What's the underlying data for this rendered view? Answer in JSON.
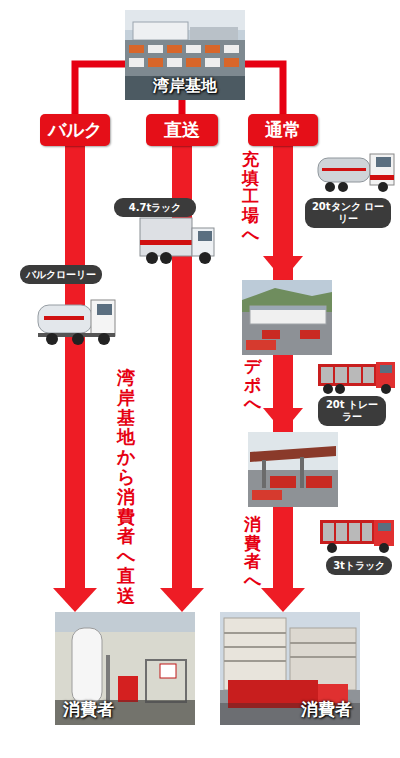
{
  "diagram": {
    "nodes": [
      {
        "text": [
          "湾岸基地"
        ]
      },
      {
        "text": [
          "バルク"
        ]
      },
      {
        "text": [
          "直送"
        ]
      },
      {
        "text": [
          "通常"
        ]
      },
      {
        "text": [
          "4.7tラック"
        ]
      },
      {
        "text": [
          "20tタンク ローリー"
        ]
      },
      {
        "text": [
          "バルクローリー"
        ]
      },
      {
        "text": [
          "20t トレーラー"
        ]
      },
      {
        "text": [
          "3tトラック"
        ]
      },
      {
        "text": [
          "消費者"
        ]
      },
      {
        "text": [
          "消費者"
        ]
      }
    ],
    "edges": [
      {
        "from": 0,
        "to": 1,
        "arrow": "none"
      },
      {
        "from": 0,
        "to": 2,
        "arrow": "none"
      },
      {
        "from": 0,
        "to": 3,
        "arrow": "none"
      },
      {
        "from": 1,
        "to": 9,
        "arrow": "to"
      },
      {
        "from": 2,
        "to": 9,
        "arrow": "to"
      },
      {
        "from": 3,
        "to": 10,
        "arrow": "to"
      }
    ],
    "labels": [
      "充填工場へ",
      "湾岸基地から消費者へ直送",
      "デポへ",
      "消費者へ"
    ]
  }
}
